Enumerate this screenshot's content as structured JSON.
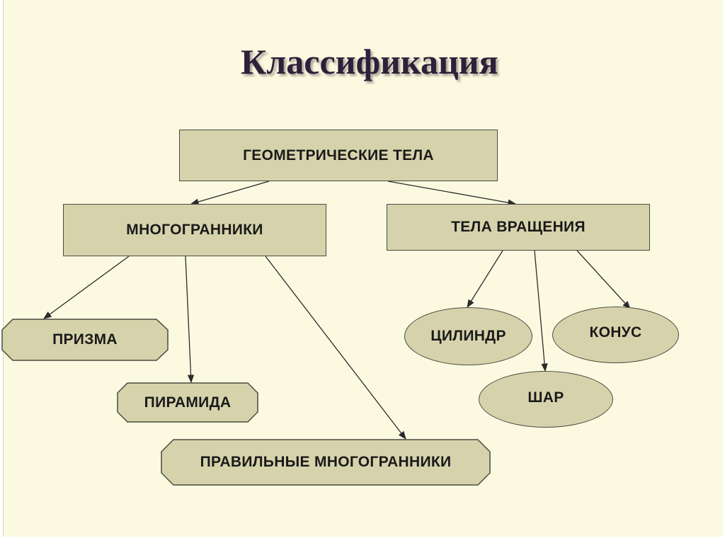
{
  "title": "Классификация",
  "nodes": {
    "root": "ГЕОМЕТРИЧЕСКИЕ ТЕЛА",
    "polyhedra": "МНОГОГРАННИКИ",
    "revolution": "ТЕЛА ВРАЩЕНИЯ",
    "prism": "ПРИЗМА",
    "pyramid": "ПИРАМИДА",
    "regular_polyhedra": "ПРАВИЛЬНЫЕ МНОГОГРАННИКИ",
    "cylinder": "ЦИЛИНДР",
    "cone": "КОНУС",
    "sphere": "ШАР"
  },
  "colors": {
    "background": "#fbfae1",
    "node_fill": "#d6d3ac",
    "title": "#2f1f3a"
  }
}
